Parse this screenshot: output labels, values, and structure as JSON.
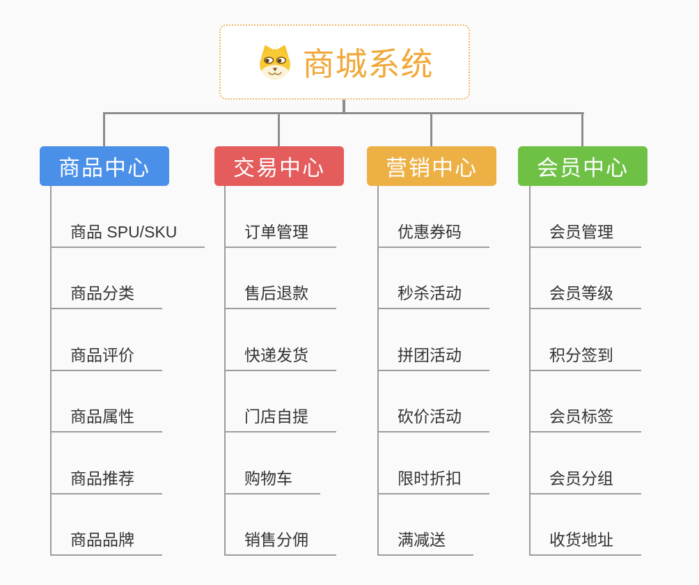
{
  "root": {
    "title": "商城系统",
    "icon": "dog-face-icon",
    "accent_color": "#f0a83a",
    "border_color": "#f3b763"
  },
  "connector_color": "#8c8c8c",
  "background_color": "#fafafa",
  "branches": [
    {
      "name": "product-center",
      "label": "商品中心",
      "color": "#4a90e8",
      "children": [
        "商品 SPU/SKU",
        "商品分类",
        "商品评价",
        "商品属性",
        "商品推荐",
        "商品品牌"
      ]
    },
    {
      "name": "trade-center",
      "label": "交易中心",
      "color": "#e45c5c",
      "children": [
        "订单管理",
        "售后退款",
        "快递发货",
        "门店自提",
        "购物车",
        "销售分佣"
      ]
    },
    {
      "name": "marketing-center",
      "label": "营销中心",
      "color": "#ecb044",
      "children": [
        "优惠券码",
        "秒杀活动",
        "拼团活动",
        "砍价活动",
        "限时折扣",
        "满减送"
      ]
    },
    {
      "name": "member-center",
      "label": "会员中心",
      "color": "#6fc146",
      "children": [
        "会员管理",
        "会员等级",
        "积分签到",
        "会员标签",
        "会员分组",
        "收货地址"
      ]
    }
  ]
}
